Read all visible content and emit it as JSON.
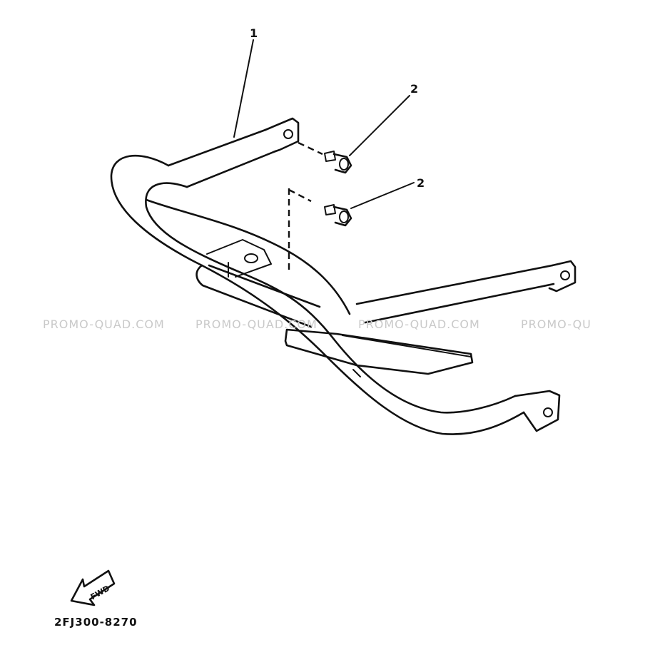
{
  "callouts": [
    {
      "number": "1",
      "target": "front bumper guard"
    },
    {
      "number": "2",
      "target": "upper flange bolt"
    },
    {
      "number": "2",
      "target": "lower flange bolt"
    }
  ],
  "watermarks": [
    "PROMO-QUAD.COM",
    "PROMO-QUAD.COM",
    "PROMO-QUAD.COM",
    "PROMO-QU"
  ],
  "direction_indicator": {
    "label": "FWD"
  },
  "part_code": "2FJ300-8270",
  "colors": {
    "ink": "#111111",
    "watermark": "#c9c9c9",
    "background": "#ffffff"
  }
}
